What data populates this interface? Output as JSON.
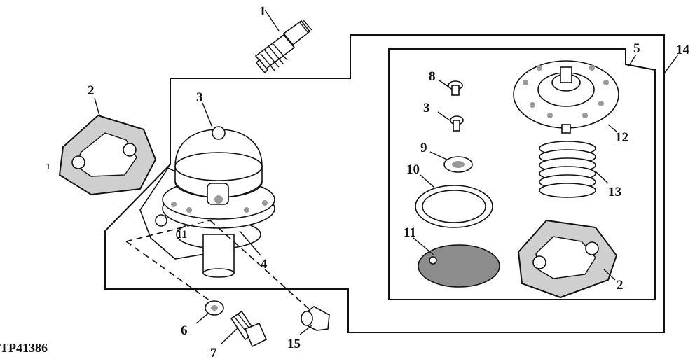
{
  "figure_code": "TP41386",
  "callouts": {
    "c1": "1",
    "c2_left": "2",
    "c3_top": "3",
    "c4": "4",
    "c5": "5",
    "c6": "6",
    "c7": "7",
    "c8": "8",
    "c3_kit": "3",
    "c9": "9",
    "c10": "10",
    "c11_kit": "11",
    "c11_side": "11",
    "c12": "12",
    "c13": "13",
    "c2_kit": "2",
    "c14": "14",
    "c15": "15",
    "c_edge": "1"
  }
}
